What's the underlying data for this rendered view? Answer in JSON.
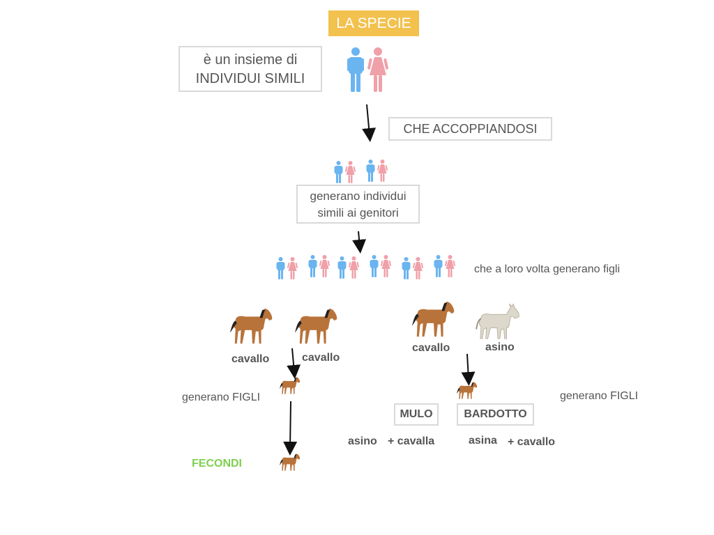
{
  "title": "LA SPECIE",
  "definition": {
    "line1": "è un insieme di",
    "line2": "INDIVIDUI SIMILI"
  },
  "mating": "CHE ACCOPPIANDOSI",
  "generate": {
    "line1": "generano individui",
    "line2": "simili ai genitori"
  },
  "children_generate": "che a loro volta generano figli",
  "left_case": {
    "parent1": "cavallo",
    "parent2": "cavallo",
    "offspring_label": "generano FIGLI",
    "fertility": "FECONDI"
  },
  "right_case": {
    "parent1": "cavallo",
    "parent2": "asino",
    "offspring_label": "generano FIGLI",
    "hybrid1": {
      "name": "MULO",
      "parent_a": "asino",
      "parent_b": "+ cavalla"
    },
    "hybrid2": {
      "name": "BARDOTTO",
      "parent_a": "asina",
      "parent_b": "+ cavallo"
    }
  },
  "colors": {
    "male": "#6ab4f0",
    "female": "#f0a0a8",
    "title_bg": "#f2c14e",
    "fertile": "#7ed050",
    "horse": "#b8733a",
    "donkey": "#ddd8cc"
  },
  "icons": [
    "male-person-icon",
    "female-person-icon",
    "horse-icon",
    "donkey-icon",
    "arrow-icon"
  ]
}
